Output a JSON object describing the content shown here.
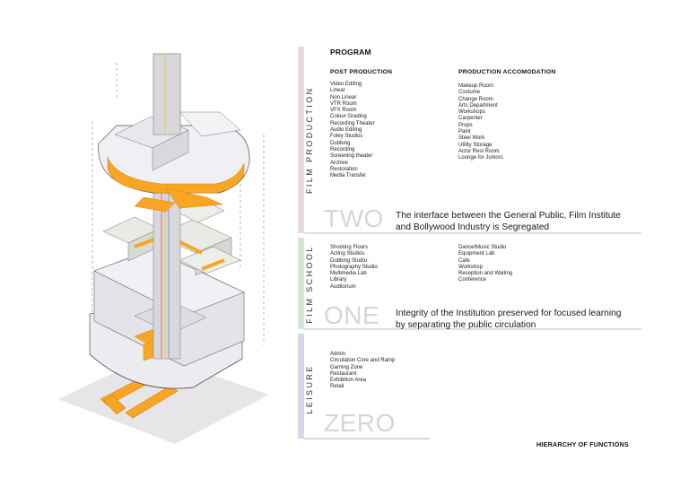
{
  "program_title": "PROGRAM",
  "hierarchy_title": "HIERARCHY OF FUNCTIONS",
  "colors": {
    "film_production": "#ead9dc",
    "film_school": "#d5e4d7",
    "leisure": "#d4d8e8",
    "orange": "#f7a623",
    "floor_fill": "#ecebef"
  },
  "sections": [
    {
      "side_label": "FILM PRODUCTION",
      "columns": [
        {
          "heading": "POST PRODUCTION",
          "items": [
            "Video Editing",
            "Linear",
            "Non Linear",
            "VTR Room",
            "VFX Room",
            "Colour Grading",
            "Recording Theater",
            "Audio Editing",
            "Foley Studios",
            "Dubbing",
            "Recording",
            "Screening theater",
            "Archive",
            "Restoration",
            "Media Transfer"
          ]
        },
        {
          "heading": "PRODUCTION ACCOMODATION",
          "items": [
            "Makeup Room",
            "Costume",
            "Change Room",
            "Arts Department",
            "Workshops",
            "Carpenter",
            "Props",
            "Paint",
            "Steel Work",
            "Utility Storage",
            "Actor Rest Room",
            "Lounge for Juniors"
          ]
        }
      ],
      "level_word": "TWO",
      "description": [
        "The interface between the General Public, Film Institute",
        "and Bollywood Industry is Segregated"
      ]
    },
    {
      "side_label": "FILM SCHOOL",
      "columns": [
        {
          "items": [
            "Shooting Floors",
            "Acting Studios",
            "Dubbing Studio",
            "Photography Studio",
            "Multimedia Lab",
            "Library",
            "Auditorium"
          ]
        },
        {
          "items": [
            "Dance/Music Studio",
            "Equipment Lab",
            "Cafe",
            "Workshop",
            "Reception and Waiting",
            "Conference"
          ]
        }
      ],
      "level_word": "ONE",
      "description": [
        "Integrity of the Institution preserved for focused learning",
        "by separating the public circulation"
      ]
    },
    {
      "side_label": "LEISURE",
      "columns": [
        {
          "items": [
            "Admin",
            "Circulation Core and Ramp",
            "Gaming Zone",
            "Restaurant",
            "Exhibition Area",
            "Retail"
          ]
        }
      ],
      "level_word": "ZERO"
    }
  ]
}
